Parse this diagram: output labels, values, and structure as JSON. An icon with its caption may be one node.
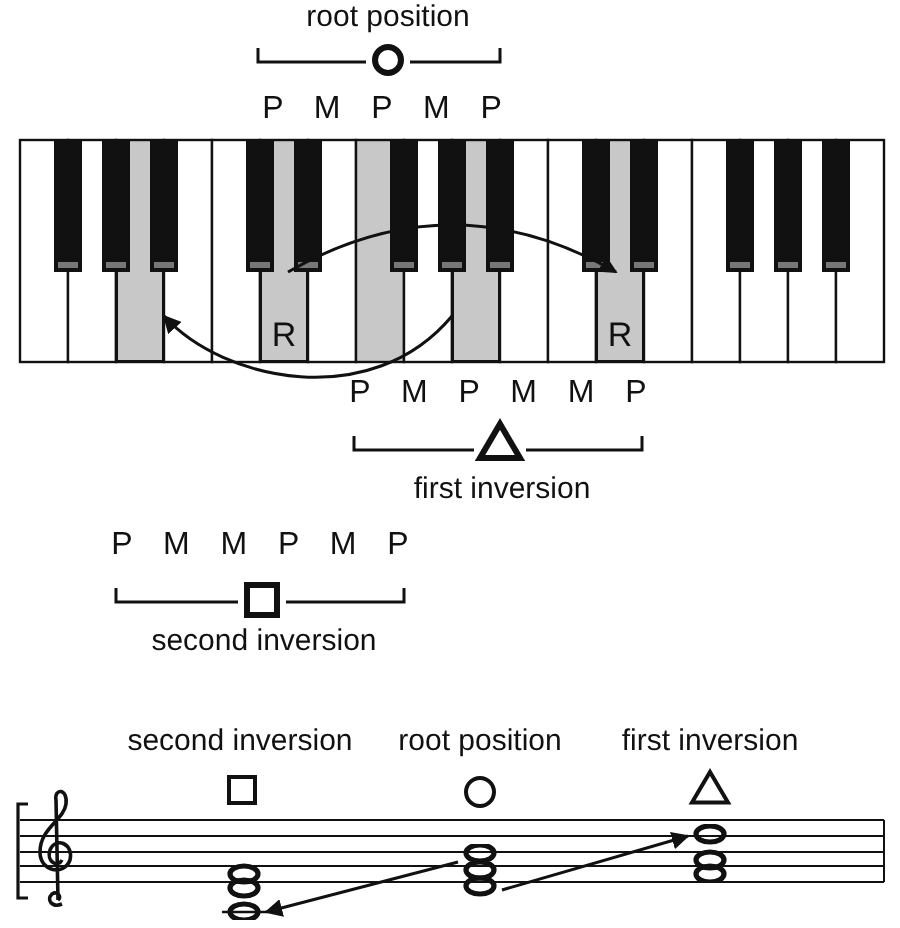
{
  "diagram": {
    "nodes": [
      {
        "text": [],
        "shape": "box"
      },
      {
        "text": [
          "R"
        ]
      },
      {
        "text": [],
        "shape": "box"
      },
      {
        "text": [
          "R"
        ]
      },
      {
        "text": [],
        "shape": "picture"
      },
      {
        "text": [],
        "shape": "picture"
      },
      {
        "text": [],
        "shape": "picture"
      }
    ],
    "edges": [
      {
        "from": 1,
        "to": 3,
        "arrow": "to"
      },
      {
        "from": 2,
        "to": 0,
        "arrow": "to"
      },
      {
        "from": 5,
        "to": 4,
        "arrow": "to"
      },
      {
        "from": 5,
        "to": 6,
        "arrow": "to"
      }
    ],
    "labels": [
      "root position",
      "P M P M P",
      "P M P M M P",
      "first inversion",
      "P M M P M P",
      "second inversion",
      "second inversion",
      "root position",
      "first inversion"
    ]
  }
}
